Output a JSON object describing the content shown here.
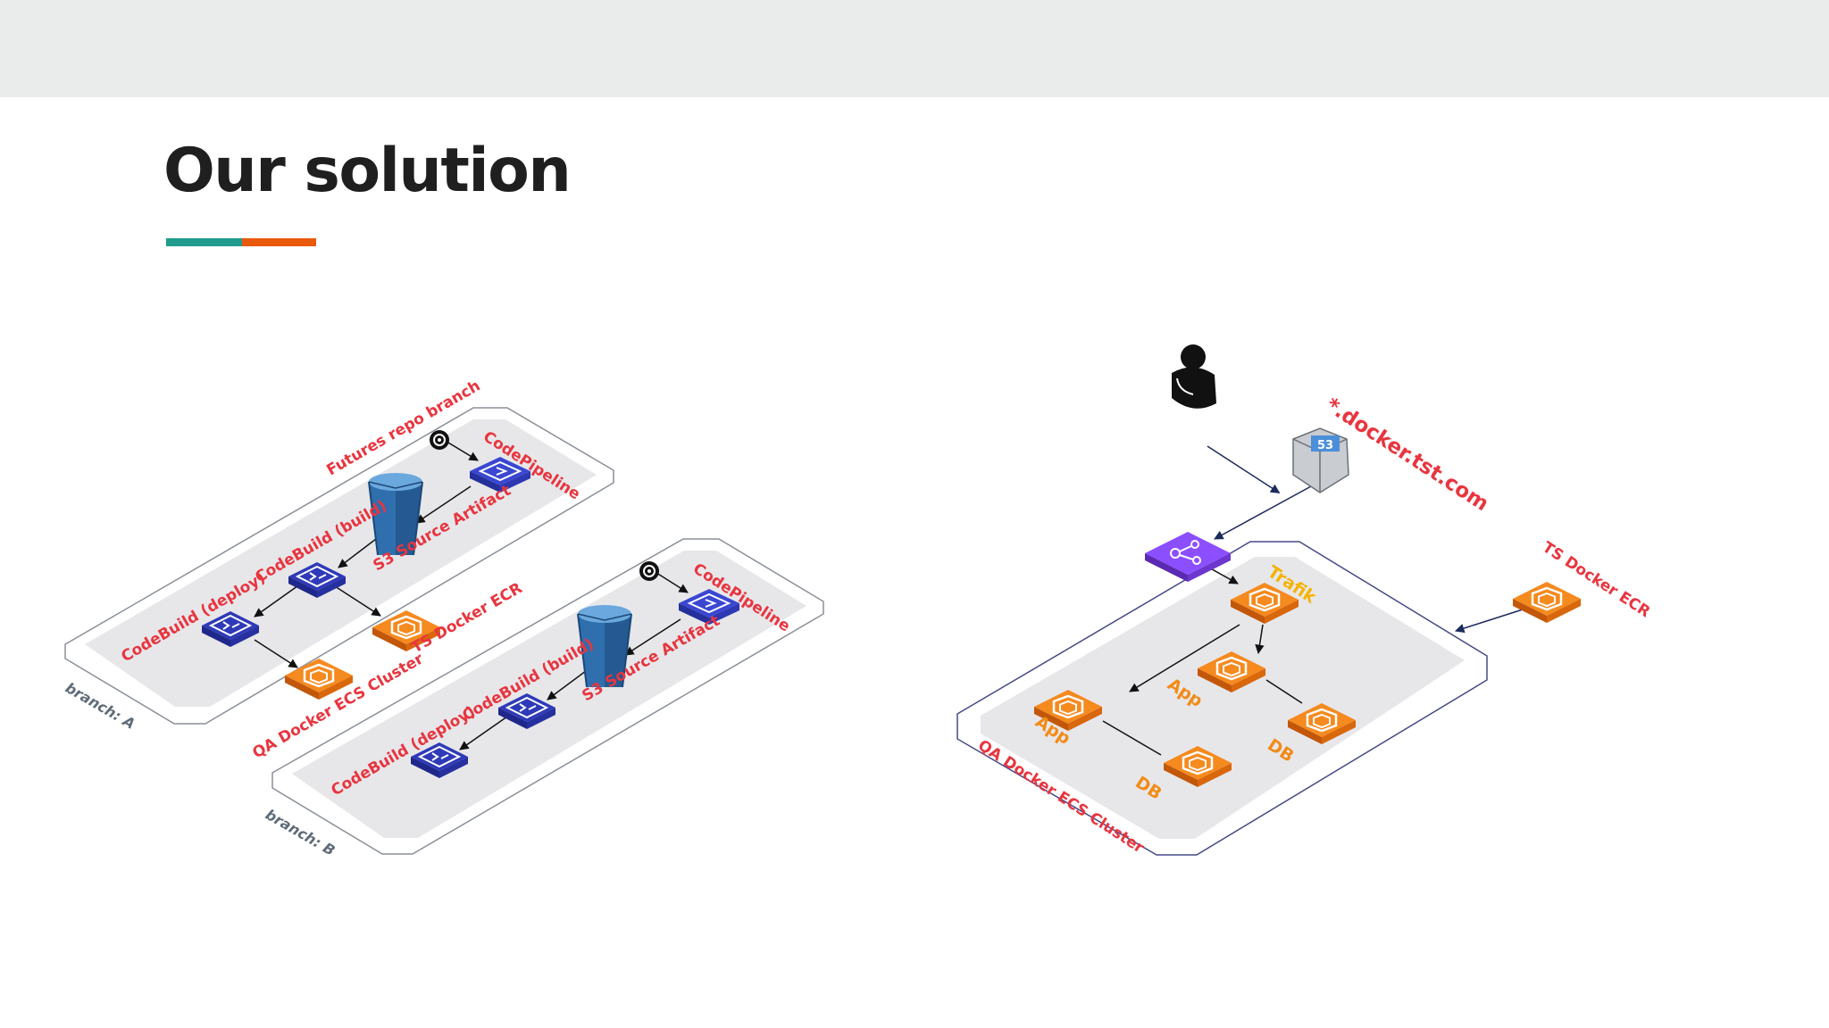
{
  "slide": {
    "title": "Our solution",
    "accent_colors": [
      "#1f9c8e",
      "#e8590c"
    ]
  },
  "left_diagram": {
    "branch_a": {
      "branch_label": "branch: A",
      "repo_label": "Futures repo branch",
      "pipeline_label": "CodePipeline",
      "artifact_label": "S3 Source Artifact",
      "build_label": "CodeBuild (build)",
      "deploy_label": "CodeBuild (deploy)",
      "ecr_label": "TS Docker ECR",
      "cluster_label": "QA Docker ECS Cluster"
    },
    "branch_b": {
      "branch_label": "branch: B",
      "pipeline_label": "CodePipeline",
      "artifact_label": "S3 Source Artifact",
      "build_label": "CodeBuild (build)",
      "deploy_label": "CodeBuild (deploy)"
    }
  },
  "right_diagram": {
    "user_icon": "user-icon",
    "dns_label": "*.docker.tst.com",
    "route53_badge": "53",
    "proxy_label": "Trafik",
    "app_label_1": "App",
    "app_label_2": "App",
    "db_label_1": "DB",
    "db_label_2": "DB",
    "cluster_label": "QA Docker ECS Cluster",
    "ecr_label": "TS Docker ECR"
  },
  "colors": {
    "codebuild_blue": "#3b48cc",
    "container_orange": "#e8700a",
    "elb_purple": "#8c4fff",
    "label_red": "#e8353f",
    "label_yellow": "#f5b300"
  }
}
